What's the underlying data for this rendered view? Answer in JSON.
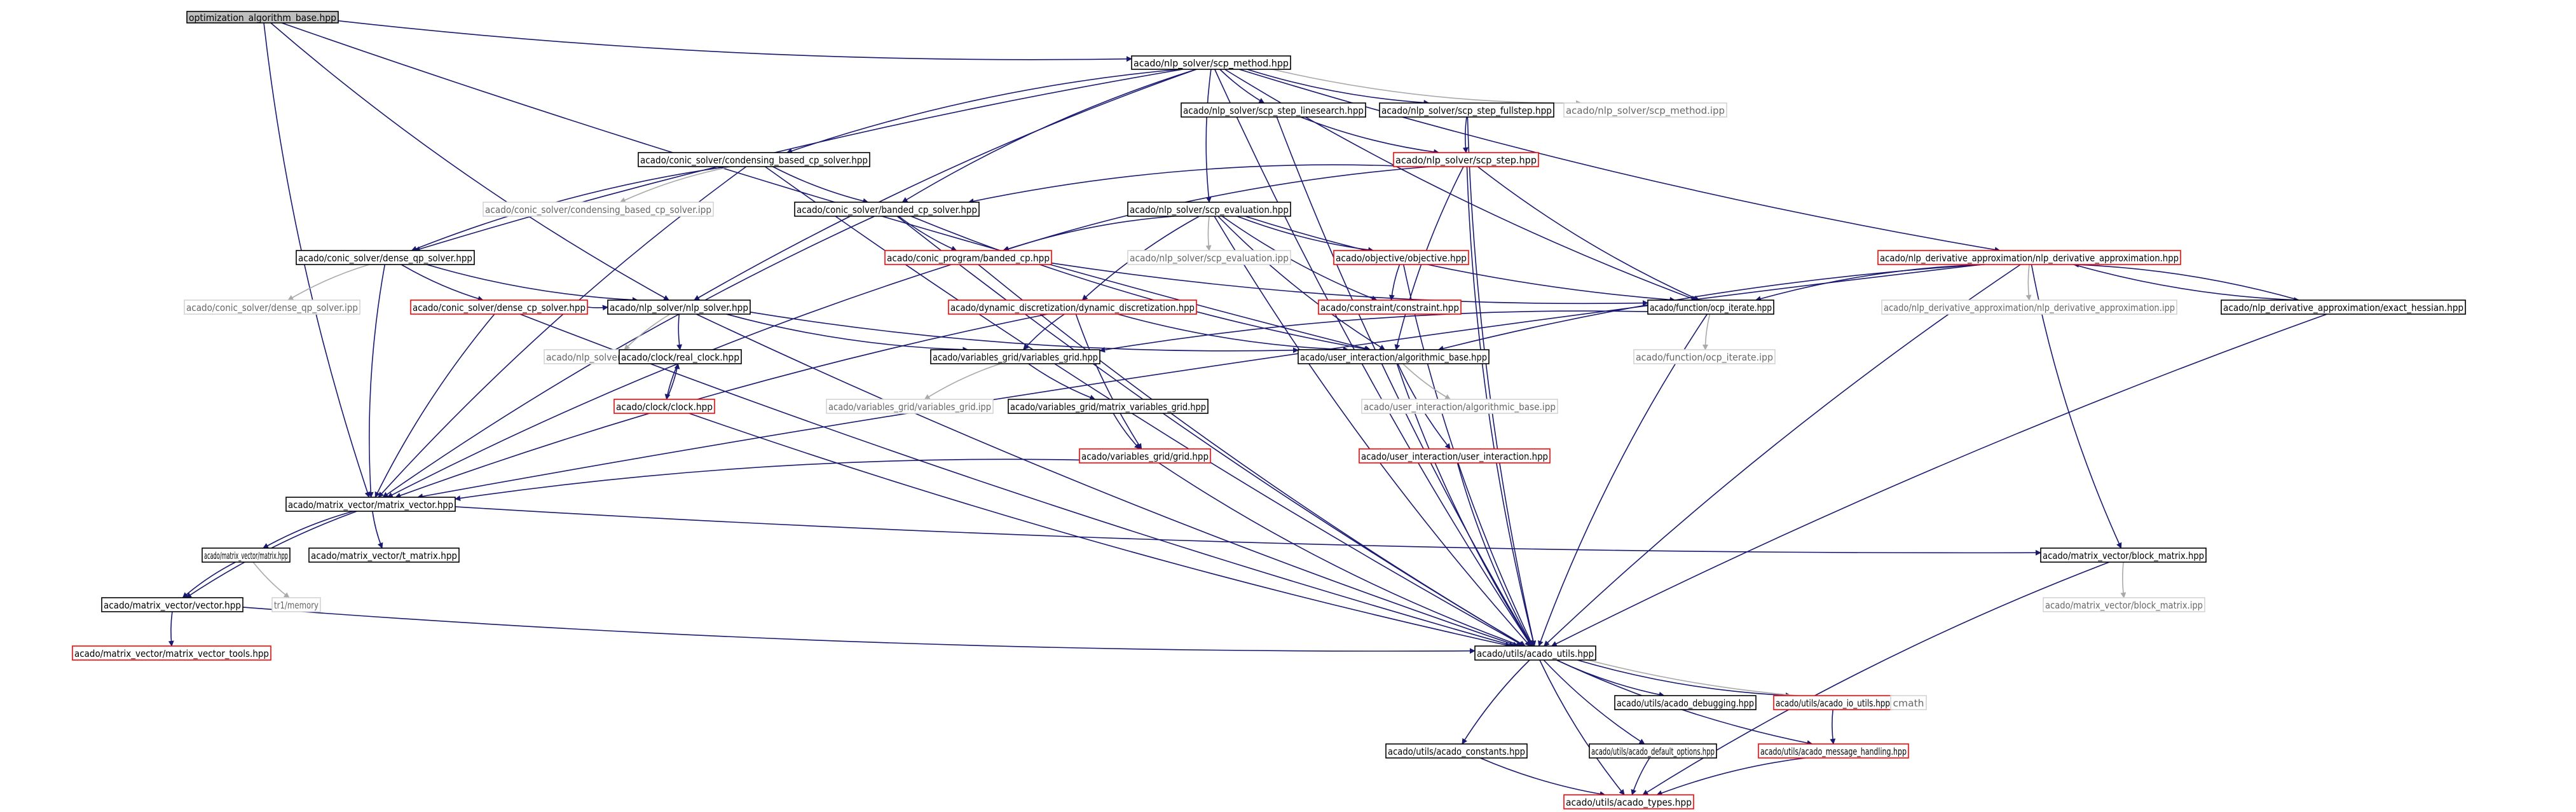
{
  "colors": {
    "edge": "#191970",
    "edge_light": "#a9a9a9",
    "node_root_fill": "#bfbfbf",
    "node_fill": "#ffffff",
    "node_border": "#000000",
    "node_border_red": "#ff0000",
    "node_border_gray": "#d3d3d3",
    "node_text": "#000000",
    "node_text_gray": "#666666"
  },
  "nodes": [
    {
      "id": "root",
      "label": "optimization_algorithm_base.hpp",
      "style": "root"
    },
    {
      "id": "scp_method",
      "label": "acado/nlp_solver/scp_method.hpp",
      "style": "normal"
    },
    {
      "id": "condensing",
      "label": "acado/conic_solver/condensing_based_cp_solver.hpp",
      "style": "normal"
    },
    {
      "id": "scp_linesearch",
      "label": "acado/nlp_solver/scp_step_linesearch.hpp",
      "style": "normal"
    },
    {
      "id": "scp_fullstep",
      "label": "acado/nlp_solver/scp_step_fullstep.hpp",
      "style": "normal"
    },
    {
      "id": "scp_method_ipp",
      "label": "acado/nlp_solver/scp_method.ipp",
      "style": "gray"
    },
    {
      "id": "scp_step",
      "label": "acado/nlp_solver/scp_step.hpp",
      "style": "red"
    },
    {
      "id": "condensing_ipp",
      "label": "acado/conic_solver/condensing_based_cp_solver.ipp",
      "style": "gray"
    },
    {
      "id": "banded_cp_solver",
      "label": "acado/conic_solver/banded_cp_solver.hpp",
      "style": "normal"
    },
    {
      "id": "scp_evaluation",
      "label": "acado/nlp_solver/scp_evaluation.hpp",
      "style": "normal"
    },
    {
      "id": "nlp_deriv",
      "label": "acado/nlp_derivative_approximation/nlp_derivative_approximation.hpp",
      "style": "red"
    },
    {
      "id": "dense_qp",
      "label": "acado/conic_solver/dense_qp_solver.hpp",
      "style": "normal"
    },
    {
      "id": "banded_cp",
      "label": "acado/conic_program/banded_cp.hpp",
      "style": "red"
    },
    {
      "id": "scp_evaluation_ipp",
      "label": "acado/nlp_solver/scp_evaluation.ipp",
      "style": "gray"
    },
    {
      "id": "objective",
      "label": "acado/objective/objective.hpp",
      "style": "red"
    },
    {
      "id": "dense_qp_ipp",
      "label": "acado/conic_solver/dense_qp_solver.ipp",
      "style": "gray"
    },
    {
      "id": "dense_cp",
      "label": "acado/conic_solver/dense_cp_solver.hpp",
      "style": "red"
    },
    {
      "id": "nlp_solver",
      "label": "acado/nlp_solver/nlp_solver.hpp",
      "style": "normal"
    },
    {
      "id": "dyn_disc",
      "label": "acado/dynamic_discretization/dynamic_discretization.hpp",
      "style": "red"
    },
    {
      "id": "constraint",
      "label": "acado/constraint/constraint.hpp",
      "style": "red"
    },
    {
      "id": "ocp_iterate",
      "label": "acado/function/ocp_iterate.hpp",
      "style": "normal"
    },
    {
      "id": "nlp_deriv_ipp",
      "label": "acado/nlp_derivative_approximation/nlp_derivative_approximation.ipp",
      "style": "gray"
    },
    {
      "id": "exact_hessian",
      "label": "acado/nlp_derivative_approximation/exact_hessian.hpp",
      "style": "normal"
    },
    {
      "id": "nlp_solver_ipp",
      "label": "acado/nlp_solver/nlp_solver.ipp",
      "style": "gray"
    },
    {
      "id": "real_clock",
      "label": "acado/clock/real_clock.hpp",
      "style": "normal"
    },
    {
      "id": "variables_grid",
      "label": "acado/variables_grid/variables_grid.hpp",
      "style": "normal"
    },
    {
      "id": "algorithmic_base",
      "label": "acado/user_interaction/algorithmic_base.hpp",
      "style": "normal"
    },
    {
      "id": "ocp_iterate_ipp",
      "label": "acado/function/ocp_iterate.ipp",
      "style": "gray"
    },
    {
      "id": "clock",
      "label": "acado/clock/clock.hpp",
      "style": "red"
    },
    {
      "id": "variables_grid_ipp",
      "label": "acado/variables_grid/variables_grid.ipp",
      "style": "gray"
    },
    {
      "id": "matrix_vars_grid",
      "label": "acado/variables_grid/matrix_variables_grid.hpp",
      "style": "normal"
    },
    {
      "id": "algorithmic_base_ipp",
      "label": "acado/user_interaction/algorithmic_base.ipp",
      "style": "gray"
    },
    {
      "id": "grid",
      "label": "acado/variables_grid/grid.hpp",
      "style": "red"
    },
    {
      "id": "user_interaction",
      "label": "acado/user_interaction/user_interaction.hpp",
      "style": "red"
    },
    {
      "id": "matrix_vector",
      "label": "acado/matrix_vector/matrix_vector.hpp",
      "style": "normal"
    },
    {
      "id": "matrix",
      "label": "acado/matrix_vector/matrix.hpp",
      "style": "normal"
    },
    {
      "id": "t_matrix",
      "label": "acado/matrix_vector/t_matrix.hpp",
      "style": "normal"
    },
    {
      "id": "block_matrix",
      "label": "acado/matrix_vector/block_matrix.hpp",
      "style": "normal"
    },
    {
      "id": "tr1_memory",
      "label": "tr1/memory",
      "style": "gray"
    },
    {
      "id": "vector",
      "label": "acado/matrix_vector/vector.hpp",
      "style": "normal"
    },
    {
      "id": "block_matrix_ipp",
      "label": "acado/matrix_vector/block_matrix.ipp",
      "style": "gray"
    },
    {
      "id": "vector_tools",
      "label": "acado/matrix_vector/matrix_vector_tools.hpp",
      "style": "red"
    },
    {
      "id": "acado_utils",
      "label": "acado/utils/acado_utils.hpp",
      "style": "normal"
    },
    {
      "id": "acado_debugging",
      "label": "acado/utils/acado_debugging.hpp",
      "style": "normal"
    },
    {
      "id": "acado_io_utils",
      "label": "acado/utils/acado_io_utils.hpp",
      "style": "red"
    },
    {
      "id": "cmath",
      "label": "cmath",
      "style": "gray"
    },
    {
      "id": "acado_constants",
      "label": "acado/utils/acado_constants.hpp",
      "style": "normal"
    },
    {
      "id": "acado_default_options",
      "label": "acado/utils/acado_default_options.hpp",
      "style": "normal"
    },
    {
      "id": "acado_message_handling",
      "label": "acado/utils/acado_message_handling.hpp",
      "style": "red"
    },
    {
      "id": "acado_types",
      "label": "acado/utils/acado_types.hpp",
      "style": "red"
    }
  ]
}
